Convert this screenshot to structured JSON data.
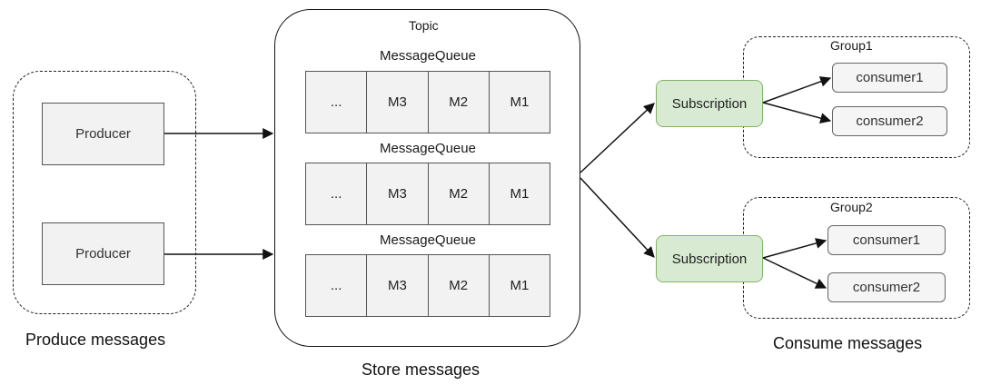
{
  "producers": {
    "items": [
      {
        "label": "Producer"
      },
      {
        "label": "Producer"
      }
    ],
    "caption": "Produce messages"
  },
  "topic": {
    "title": "Topic",
    "queues": [
      {
        "label": "MessageQueue",
        "cells": [
          "...",
          "M3",
          "M2",
          "M1"
        ]
      },
      {
        "label": "MessageQueue",
        "cells": [
          "...",
          "M3",
          "M2",
          "M1"
        ]
      },
      {
        "label": "MessageQueue",
        "cells": [
          "...",
          "M3",
          "M2",
          "M1"
        ]
      }
    ],
    "caption": "Store messages"
  },
  "consumers": {
    "groups": [
      {
        "name": "Group1",
        "subscription": "Subscription",
        "members": [
          "consumer1",
          "consumer2"
        ]
      },
      {
        "name": "Group2",
        "subscription": "Subscription",
        "members": [
          "consumer1",
          "consumer2"
        ]
      }
    ],
    "caption": "Consume messages"
  },
  "colors": {
    "subscription_fill": "#d9ead3",
    "subscription_border": "#82b366",
    "box_fill": "#f2f2f2"
  }
}
